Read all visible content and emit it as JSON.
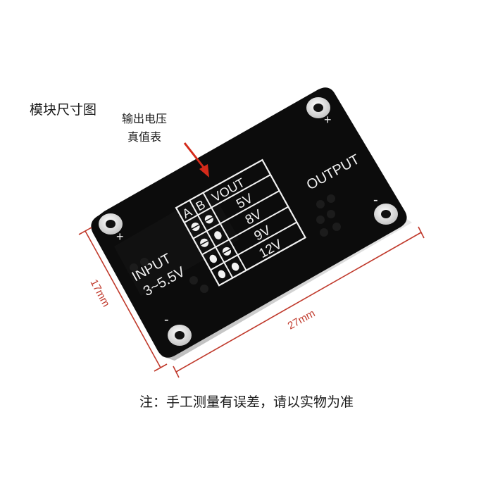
{
  "labels": {
    "module_size_title": "模块尺寸图",
    "callout_line1": "输出电压",
    "callout_line2": "真值表",
    "note": "注：手工测量有误差，请以实物为准"
  },
  "dimensions": {
    "width": "27mm",
    "height": "17mm"
  },
  "board": {
    "input_label": "INPUT",
    "input_range": "3~5.5V",
    "output_label": "OUTPUT",
    "plus": "+",
    "minus": "-",
    "table_headers": [
      "A",
      "B",
      "VOUT"
    ],
    "table_values": [
      "5V",
      "8V",
      "9V",
      "12V"
    ]
  },
  "colors": {
    "pcb": "#0c0c0c",
    "silkscreen": "#f2f2f2",
    "dimension_red": "#c0392b",
    "arrow_red": "#d42a1a"
  }
}
